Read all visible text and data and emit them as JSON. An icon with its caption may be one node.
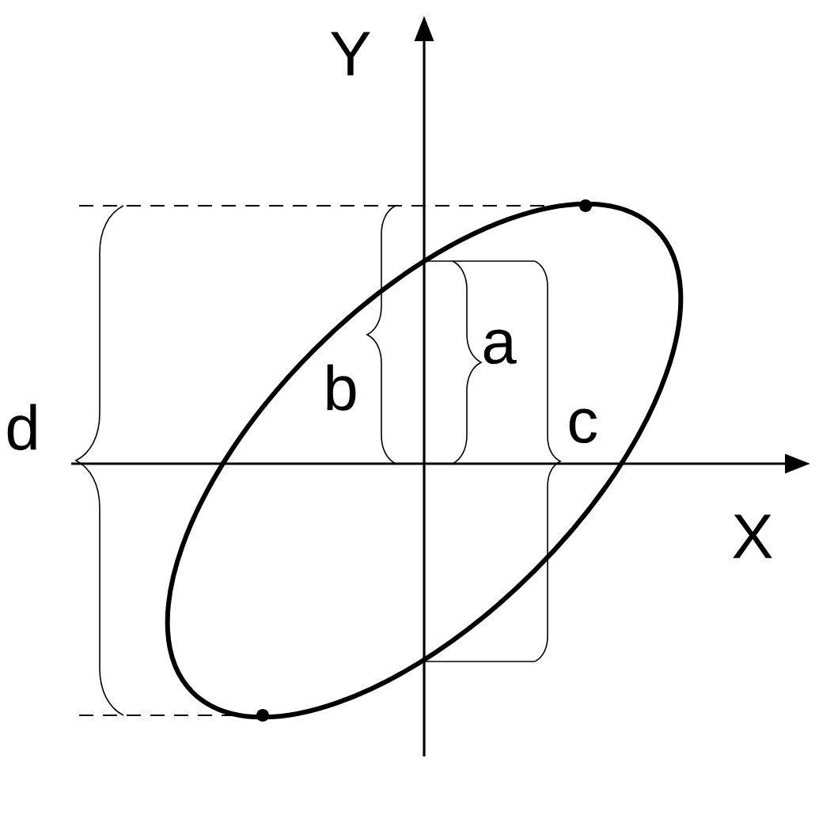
{
  "diagram": {
    "labels": [
      "Y",
      "d",
      "b",
      "a",
      "c",
      "X"
    ]
  }
}
